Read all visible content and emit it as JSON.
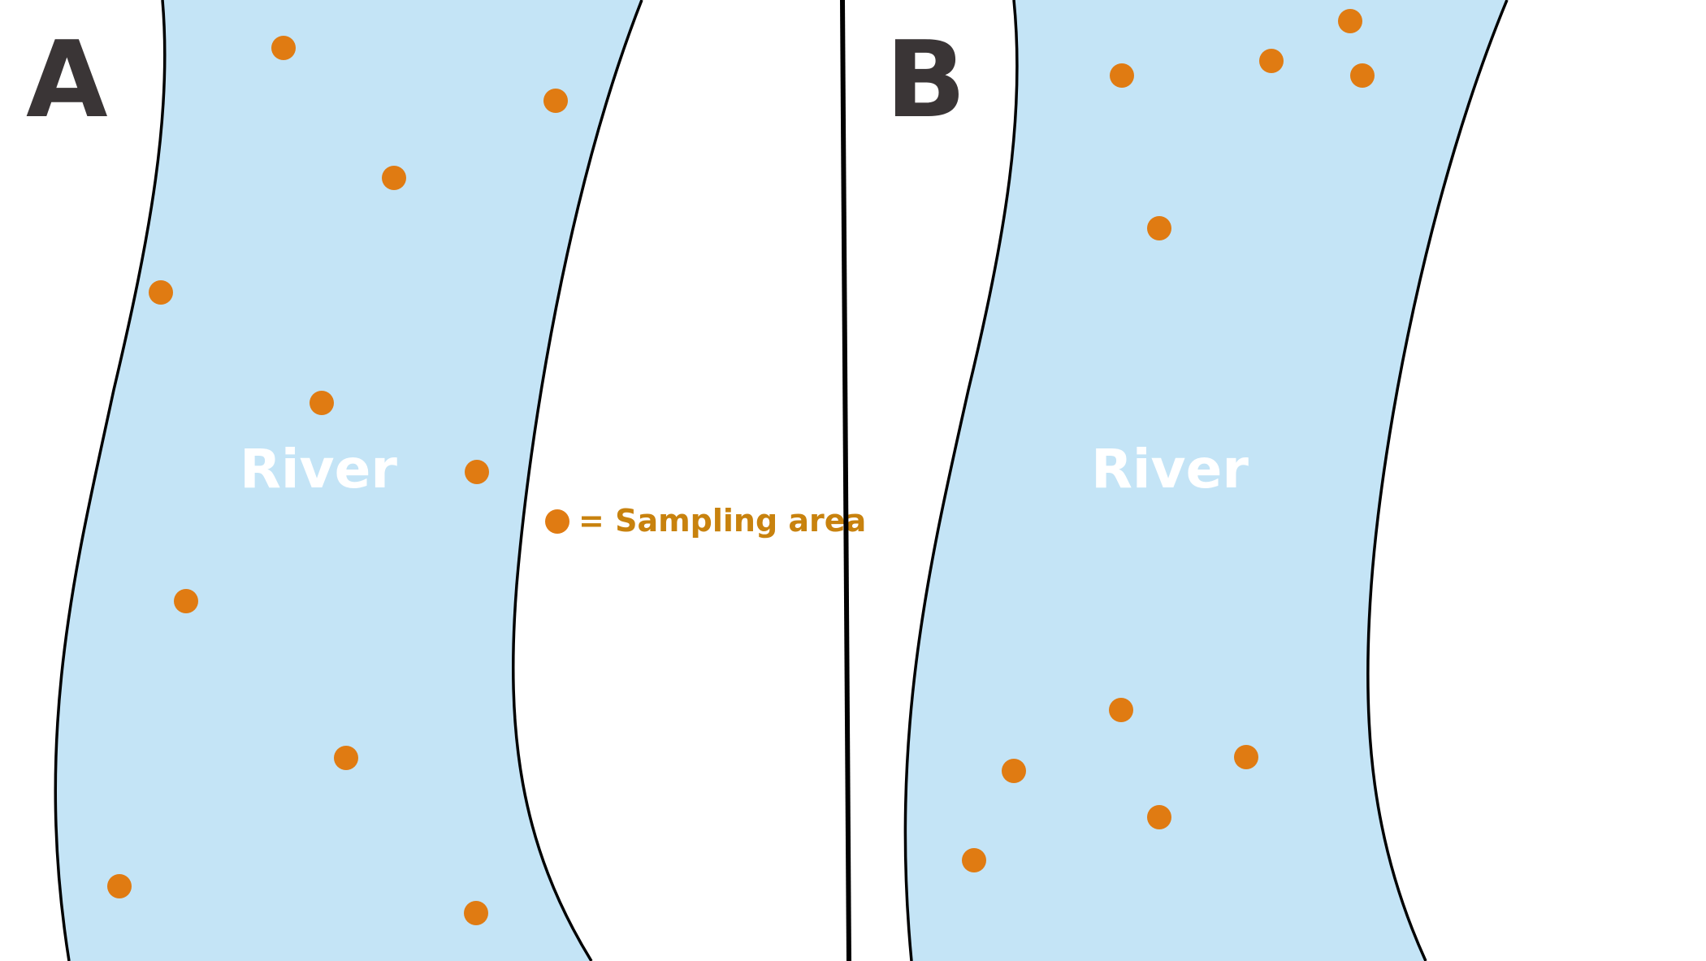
{
  "colors": {
    "water": "#c4e4f6",
    "sampling_point": "#e07b12",
    "legend_text": "#c8820e",
    "label_dark": "#3a3536"
  },
  "panel_a": {
    "letter": "A",
    "river_label": "River"
  },
  "panel_b": {
    "letter": "B",
    "river_label": "River"
  },
  "legend": {
    "text": "= Sampling area"
  }
}
